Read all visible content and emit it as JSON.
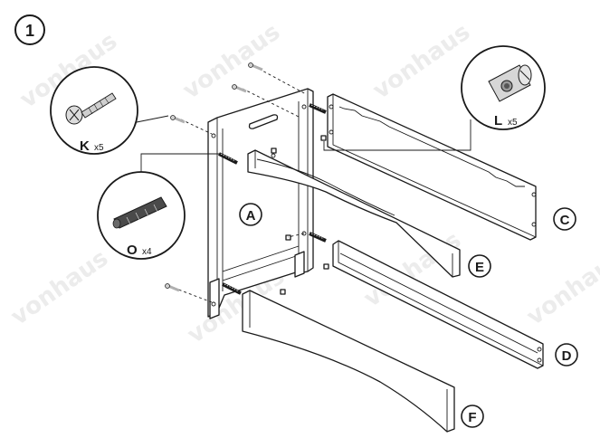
{
  "step": {
    "number": "1"
  },
  "watermark": {
    "text": "vonhaus"
  },
  "parts": {
    "panel_a": "A",
    "rail_c": "C",
    "rail_d": "D",
    "rail_e": "E",
    "rail_f": "F"
  },
  "hardware": {
    "screw": {
      "letter": "K",
      "qty": "x5",
      "icon": "screw-icon"
    },
    "dowel": {
      "letter": "O",
      "qty": "x4",
      "icon": "dowel-icon"
    },
    "barrel_nut": {
      "letter": "L",
      "qty": "x5",
      "icon": "barrel-nut-icon"
    }
  },
  "colors": {
    "ink": "#1a1a1a",
    "watermark": "#ececec",
    "metal": "#b0b0b0"
  }
}
